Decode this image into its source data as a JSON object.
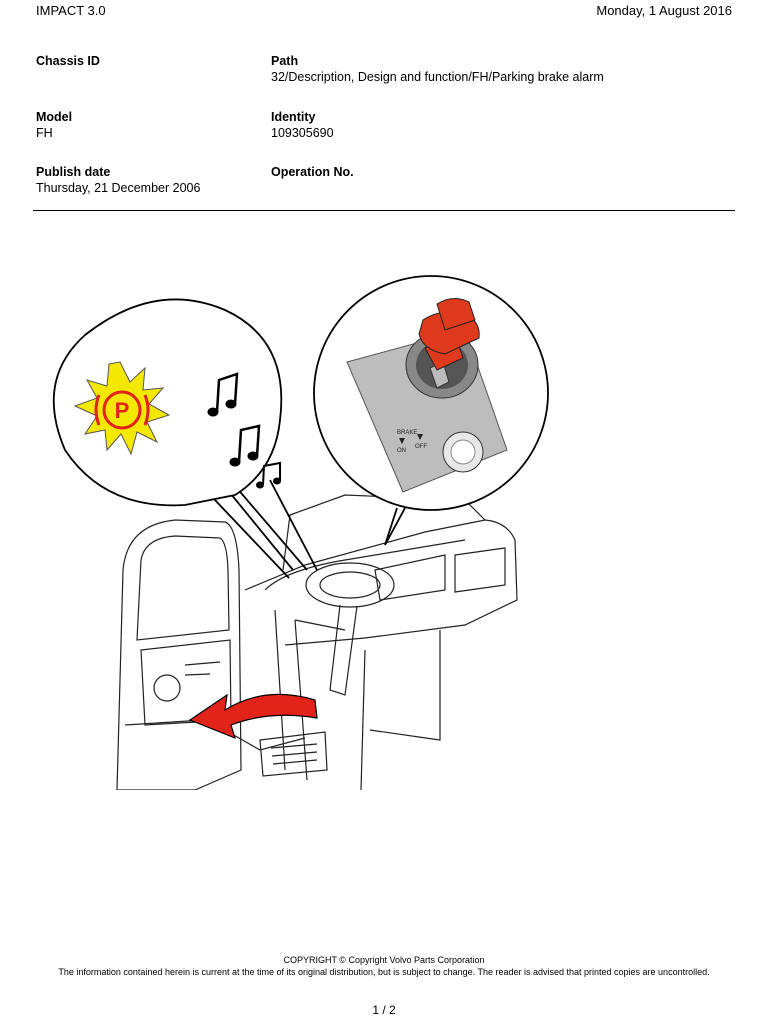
{
  "header": {
    "app_name": "IMPACT 3.0",
    "date": "Monday, 1 August 2016"
  },
  "meta": {
    "chassis_id": {
      "label": "Chassis ID",
      "value": ""
    },
    "path": {
      "label": "Path",
      "value": "32/Description, Design and function/FH/Parking brake alarm"
    },
    "model": {
      "label": "Model",
      "value": "FH"
    },
    "identity": {
      "label": "Identity",
      "value": "109305690"
    },
    "publish_date": {
      "label": "Publish date",
      "value": "Thursday, 21 December 2006"
    },
    "operation_no": {
      "label": "Operation No.",
      "value": ""
    }
  },
  "illustration": {
    "warning_symbol": "P",
    "switch_labels": {
      "brake": "BRAKE",
      "on": "ON",
      "off": "OFF"
    },
    "colors": {
      "warning_star": "#f5e800",
      "symbol_red": "#e2231a",
      "knob_red": "#e03a1e",
      "panel_gray": "#bdbdbd"
    }
  },
  "footer": {
    "copyright": "COPYRIGHT © Copyright Volvo Parts Corporation",
    "disclaimer": "The information contained herein is current at the time of its original distribution, but is subject to change. The reader is advised that printed copies are uncontrolled.",
    "page": "1 / 2"
  }
}
